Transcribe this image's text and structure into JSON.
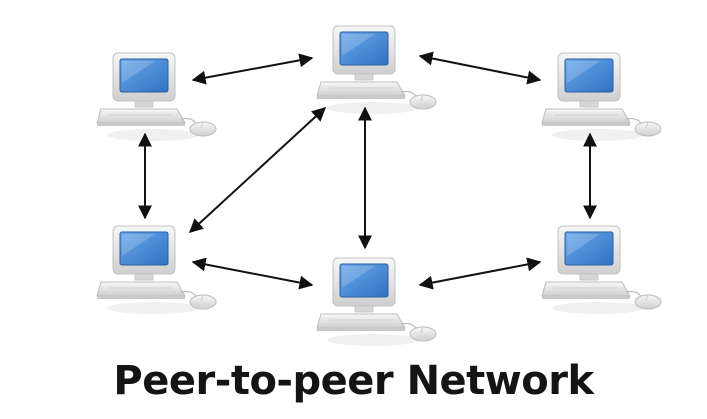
{
  "title": "Peer-to-peer Network",
  "nodes": [
    {
      "id": "top-left",
      "icon": "desktop-computer-icon"
    },
    {
      "id": "top-center",
      "icon": "desktop-computer-icon"
    },
    {
      "id": "top-right",
      "icon": "desktop-computer-icon"
    },
    {
      "id": "bottom-left",
      "icon": "desktop-computer-icon"
    },
    {
      "id": "bottom-center",
      "icon": "desktop-computer-icon"
    },
    {
      "id": "bottom-right",
      "icon": "desktop-computer-icon"
    }
  ],
  "links": [
    {
      "from": "top-left",
      "to": "top-center",
      "direction": "both"
    },
    {
      "from": "top-center",
      "to": "top-right",
      "direction": "both"
    },
    {
      "from": "top-left",
      "to": "bottom-left",
      "direction": "both"
    },
    {
      "from": "top-center",
      "to": "bottom-left",
      "direction": "both"
    },
    {
      "from": "top-center",
      "to": "bottom-center",
      "direction": "both"
    },
    {
      "from": "top-right",
      "to": "bottom-right",
      "direction": "both"
    },
    {
      "from": "bottom-left",
      "to": "bottom-center",
      "direction": "both"
    },
    {
      "from": "bottom-center",
      "to": "bottom-right",
      "direction": "both"
    }
  ],
  "colors": {
    "screen": "#3f88d6",
    "casing": "#e4e4e4",
    "arrow": "#111111",
    "caption": "#141414"
  }
}
